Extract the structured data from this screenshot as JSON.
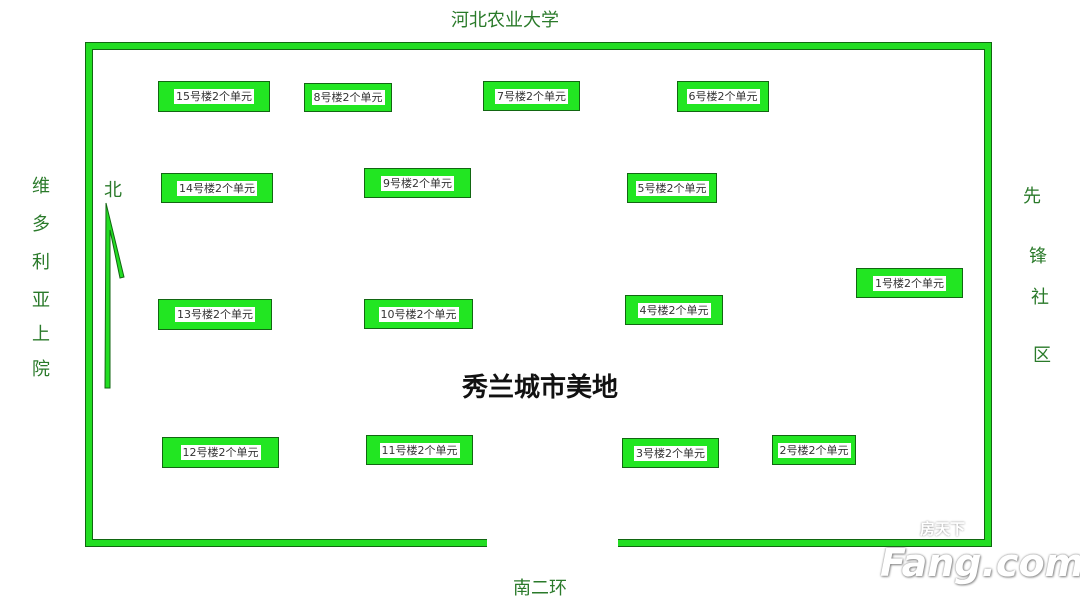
{
  "labels": {
    "top": "河北农业大学",
    "bottom": "南二环",
    "left": [
      "维",
      "多",
      "利",
      "亚",
      "上",
      "院"
    ],
    "right": [
      "先",
      "锋",
      "社",
      "区"
    ],
    "north": "北",
    "title": "秀兰城市美地"
  },
  "buildings": [
    "15号楼2个单元",
    "8号楼2个单元",
    "7号楼2个单元",
    "6号楼2个单元",
    "14号楼2个单元",
    "9号楼2个单元",
    "5号楼2个单元",
    "1号楼2个单元",
    "13号楼2个单元",
    "10号楼2个单元",
    "4号楼2个单元",
    "12号楼2个单元",
    "11号楼2个单元",
    "3号楼2个单元",
    "2号楼2个单元"
  ],
  "watermark": {
    "cn": "房天下",
    "en": "Fang.com"
  },
  "colors": {
    "green": "#22e622"
  }
}
